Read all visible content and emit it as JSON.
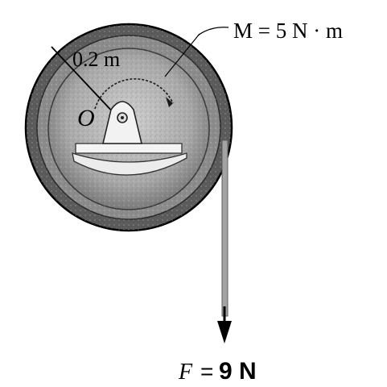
{
  "labels": {
    "radius": "0.2 m",
    "center": "O",
    "moment": "M = 5 N · m",
    "force_symbol": "F",
    "force_equals": "=",
    "force_value": "9 N"
  },
  "colors": {
    "ink": "#000000",
    "rim_dark": "#5a5a5a",
    "rim_mid": "#8c8c8c",
    "disk_light": "#b9b9b9",
    "stand_white": "#f2f2f2",
    "rope": "#9a9a9a"
  }
}
